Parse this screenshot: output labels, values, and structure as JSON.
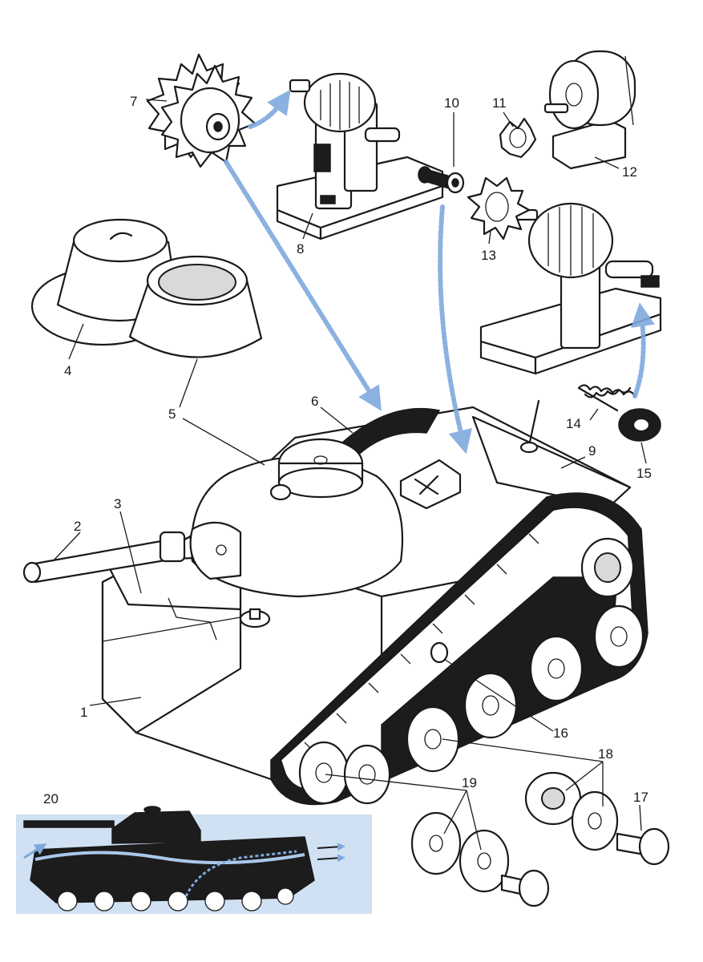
{
  "labels": {
    "p1": "1",
    "p2": "2",
    "p3": "3",
    "p4": "4",
    "p5": "5",
    "p6": "6",
    "p7": "7",
    "p8": "8",
    "p9": "9",
    "p10": "10",
    "p11": "11",
    "p12": "12",
    "p13": "13",
    "p14": "14",
    "p15": "15",
    "p16": "16",
    "p17": "17",
    "p18": "18",
    "p19": "19",
    "p20": "20"
  },
  "colors": {
    "ink": "#1a1a1a",
    "flow_arrow": "#7fa9dd",
    "water": "#aac8ea"
  }
}
